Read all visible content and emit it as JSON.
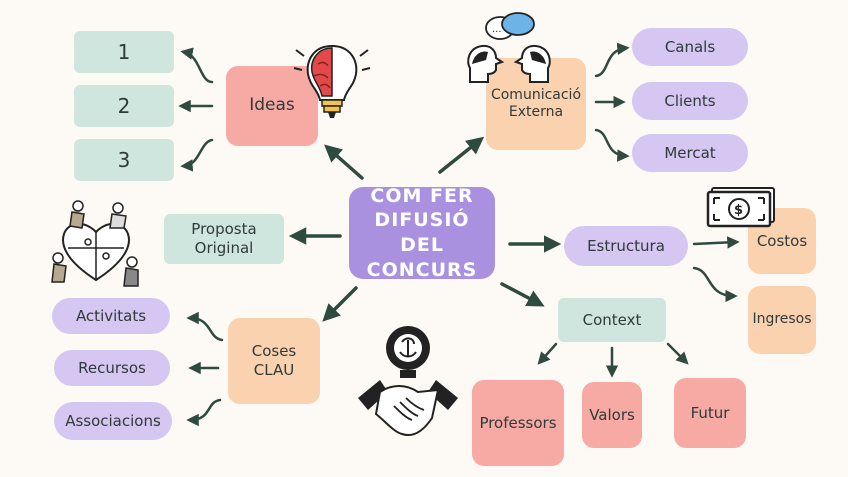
{
  "center": "COM FER DIFUSIÓ DEL CONCURS",
  "ideas": {
    "label": "Ideas",
    "items": [
      "1",
      "2",
      "3"
    ]
  },
  "comunicacio": {
    "label": "Comunicació Externa",
    "items": [
      "Canals",
      "Clients",
      "Mercat"
    ]
  },
  "estructura": {
    "label": "Estructura",
    "items": [
      "Costos",
      "Ingresos"
    ]
  },
  "context": {
    "label": "Context",
    "items": [
      "Professors",
      "Valors",
      "Futur"
    ]
  },
  "coses_clau": {
    "label": "Coses CLAU",
    "items": [
      "Activitats",
      "Recursos",
      "Associacions"
    ]
  },
  "proposta": "Proposta Original",
  "colors": {
    "center": "#a991e0",
    "mint": "#cfe6df",
    "pink": "#f7a9a3",
    "peach": "#fbd2b0",
    "lavender": "#d6c6f2",
    "arrow": "#2f4a3f"
  },
  "icons": [
    "lightbulb-brain-icon",
    "speech-bubbles-heads-icon",
    "money-bill-icon",
    "heart-puzzle-people-icon",
    "handshake-icon"
  ]
}
